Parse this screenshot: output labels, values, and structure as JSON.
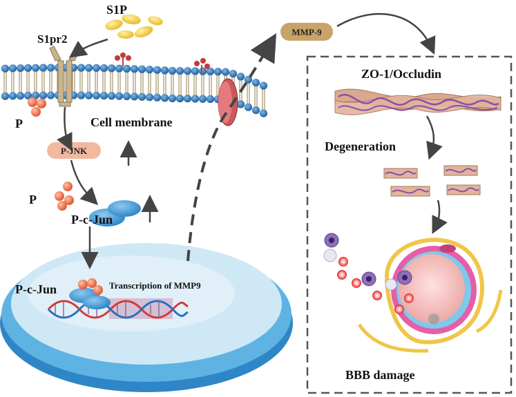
{
  "labels": {
    "ligand": "S1P",
    "receptor": "S1pr2",
    "phosphate_top": "P",
    "membrane": "Cell membrane",
    "pjnk": "P-JNK",
    "phosphate_mid": "P",
    "pcjun_cytoplasm": "P-c-Jun",
    "pcjun_nucleus": "P-c-Jun",
    "transcription": "Transcription of MMP9",
    "mmp9": "MMP-9",
    "tight_junction": "ZO-1/Occludin",
    "degeneration": "Degeneration",
    "bbb": "BBB damage"
  },
  "colors": {
    "lipid_head": "#2a73b4",
    "tail": "#b7a985",
    "nucleus_outer": "#4aa3d8",
    "nucleus_inner": "#d6ecf7",
    "mmp9_pill": "#c8a36a",
    "pjnk_pill": "#f0b9a0",
    "cjun_blob": "#3a95d3",
    "phosphate": "#e8643c",
    "s1p": "#f2cf3a",
    "strand": "#d6a48c",
    "strand_line": "#8a4fa6",
    "arrow": "#444444"
  }
}
